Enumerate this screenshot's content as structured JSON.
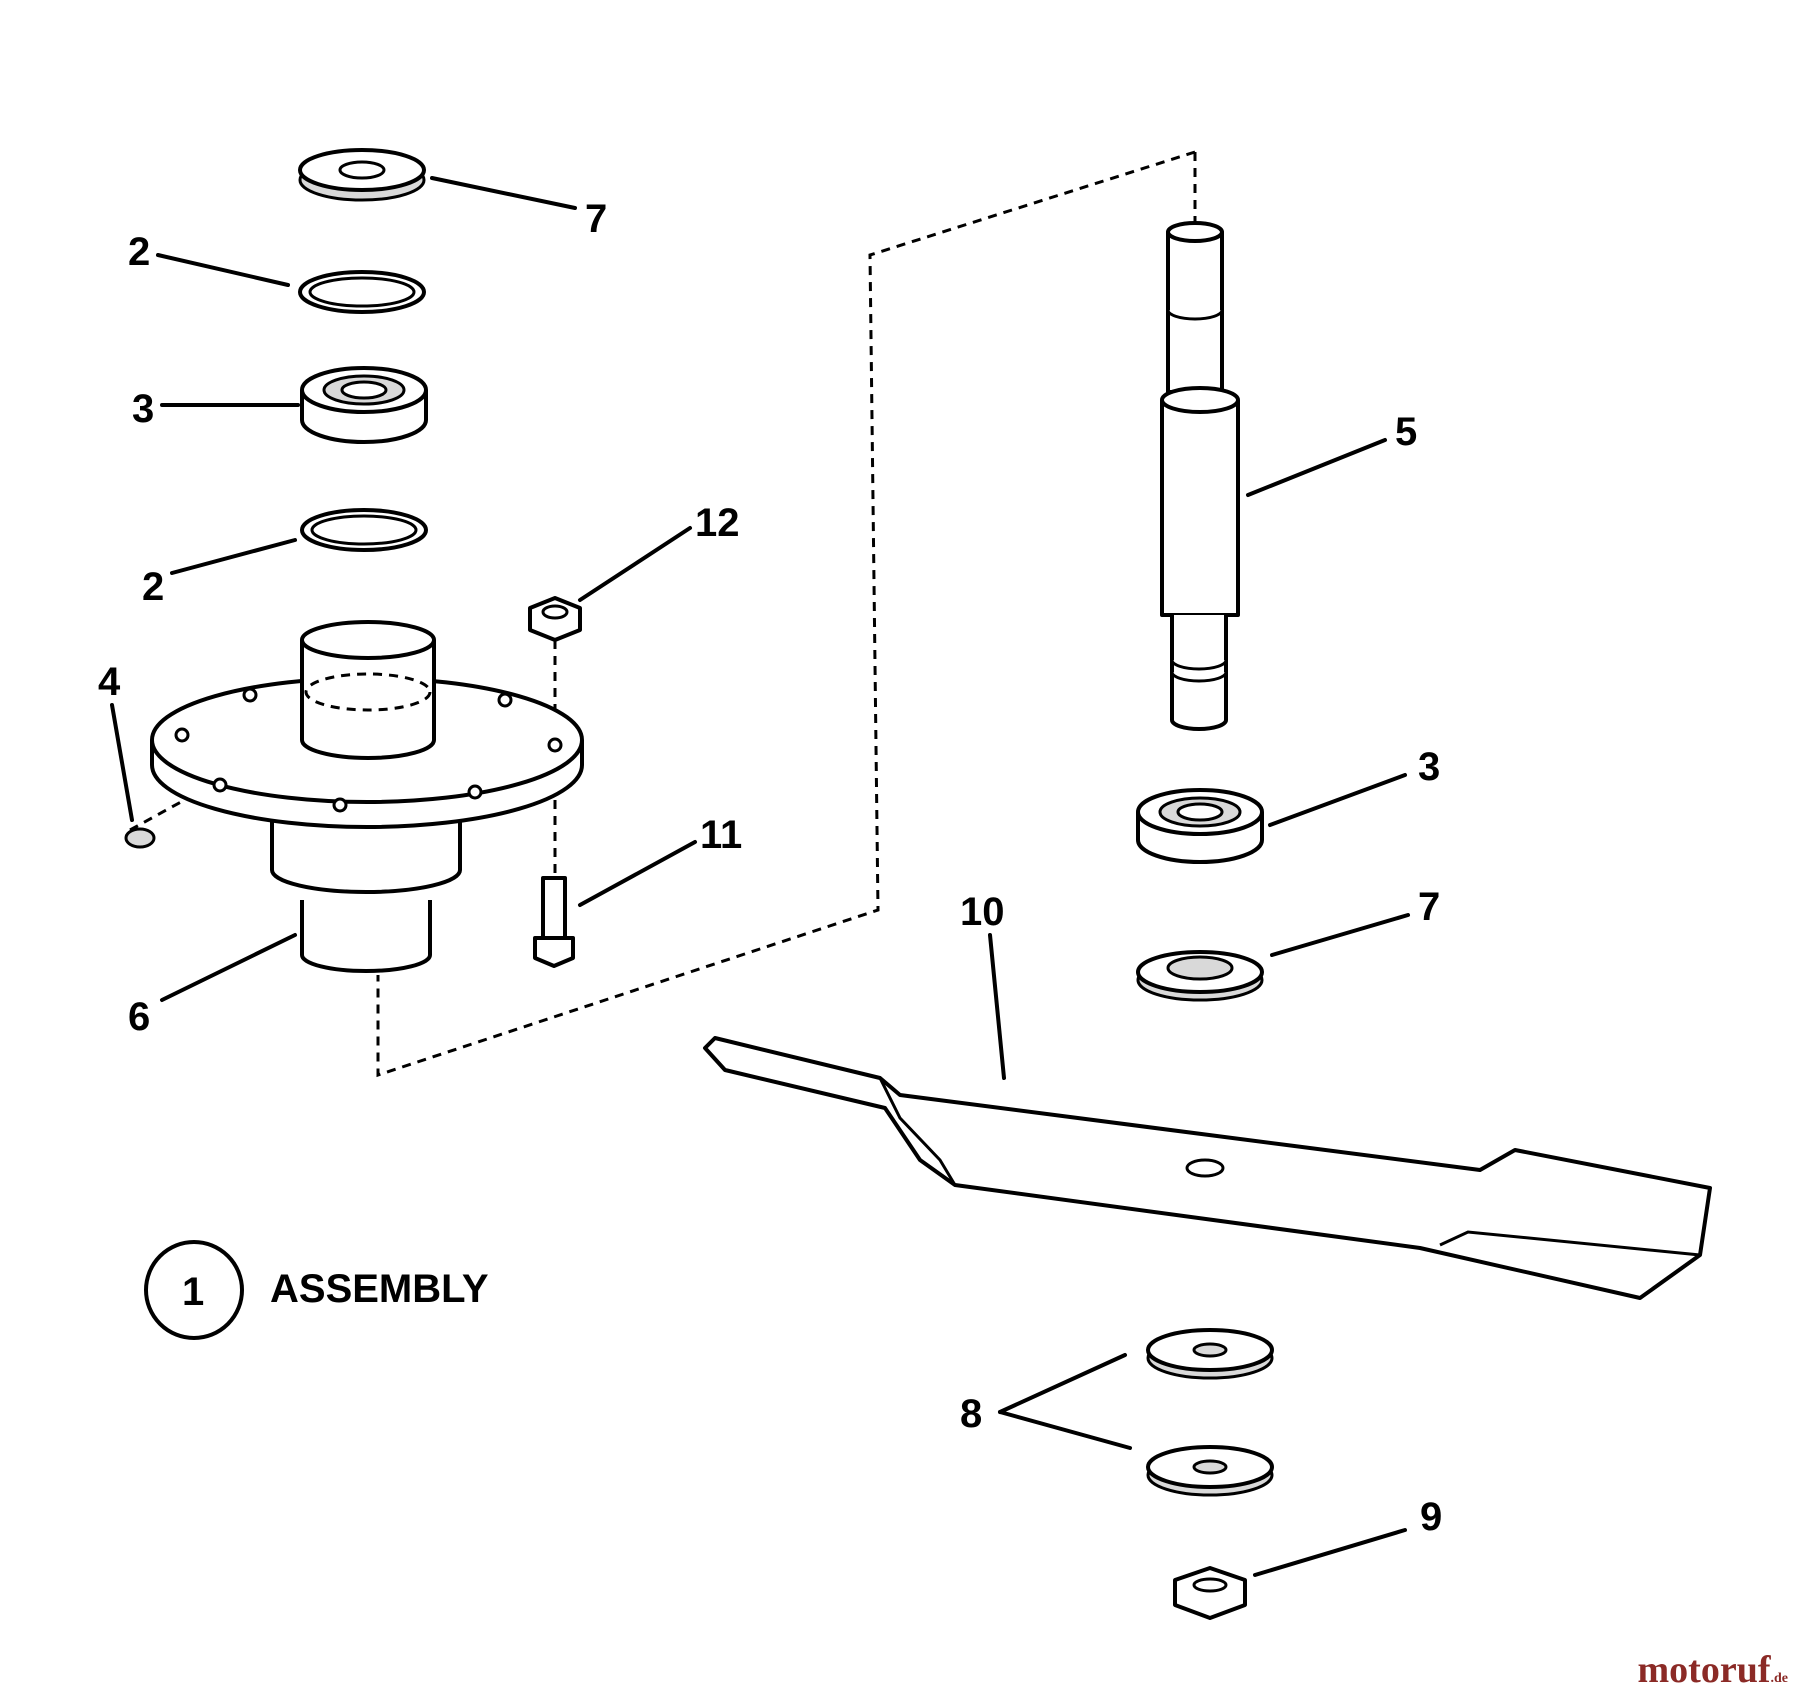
{
  "callouts": {
    "c7_top": "7",
    "c2_top": "2",
    "c3_left": "3",
    "c2_bottom": "2",
    "c12": "12",
    "c4": "4",
    "c11": "11",
    "c6": "6",
    "c5": "5",
    "c3_right": "3",
    "c7_right": "7",
    "c10": "10",
    "c8": "8",
    "c9": "9"
  },
  "assembly": {
    "number": "1",
    "label": "ASSEMBLY"
  },
  "watermark": {
    "name": "motoruf",
    "suffix": ".de"
  },
  "colors": {
    "line": "#000000",
    "background": "#ffffff",
    "watermark": "#8b2a26"
  }
}
